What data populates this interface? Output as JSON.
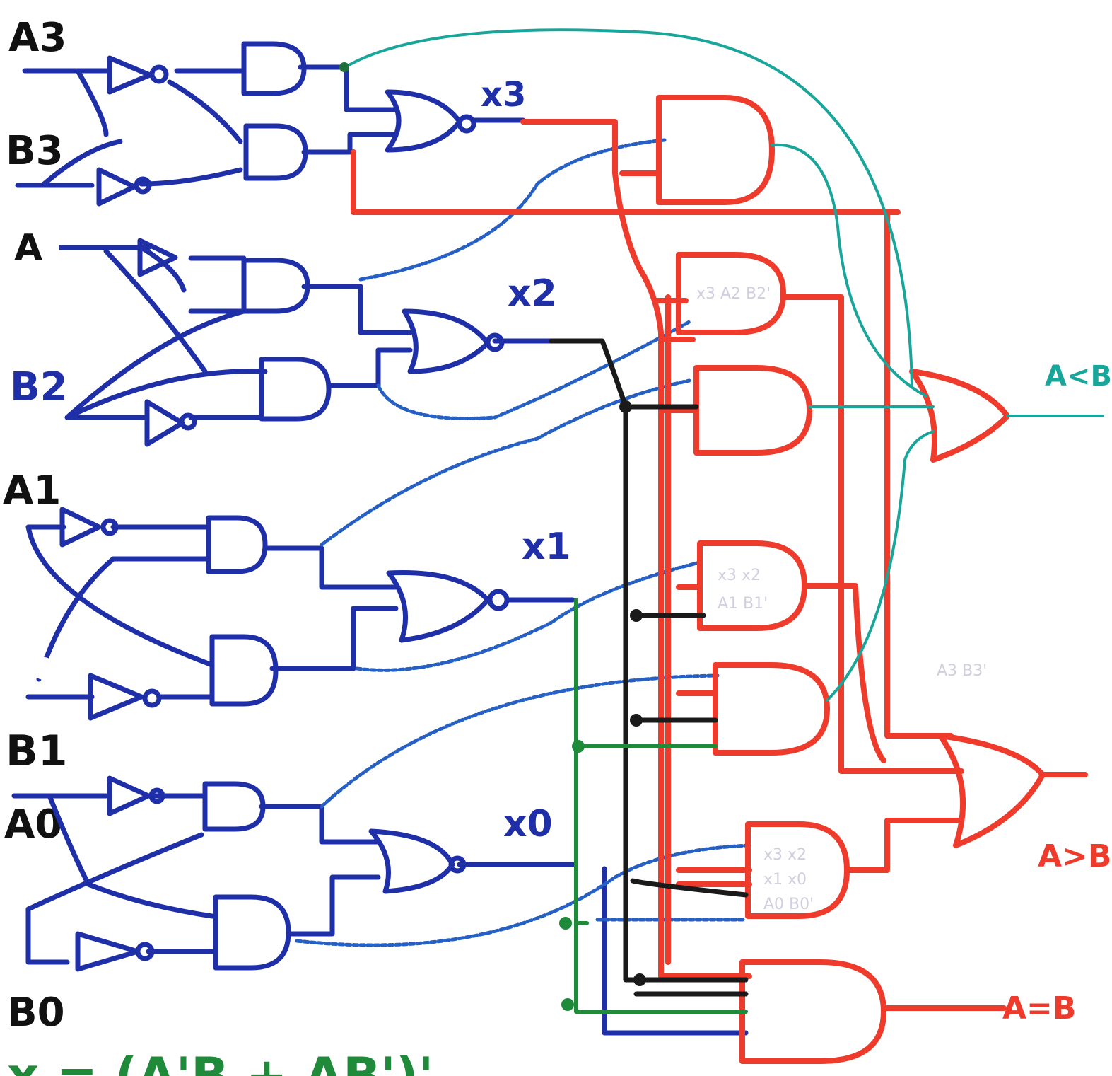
{
  "inputs": {
    "a3": "A3",
    "b3": "B3",
    "a2": "A",
    "b2": "B2",
    "a1": "A1",
    "b1": "B1",
    "a0": "A0",
    "b0": "B0"
  },
  "intermediates": {
    "x3": "x3",
    "x2": "x2",
    "x1": "x1",
    "x0": "x0"
  },
  "outputs": {
    "less": "A<B",
    "greater": "A>B",
    "equal": "A=B"
  },
  "gate_notes": {
    "g1": "x3 A2 B2'",
    "g2a": "x3 x2",
    "g2b": "A1 B1'",
    "g3": "A3 B3'",
    "g4a": "x3 x2",
    "g4b": "x1 x0",
    "g4c": "A0 B0'"
  },
  "formula": "x = (A'B + AB')'",
  "colors": {
    "input_stage": "#1f2fa8",
    "output_stage": "#ee3b2c",
    "bus_black": "#1a1a1a",
    "bus_green": "#1f8a3a",
    "bus_teal": "#1aa59a"
  }
}
